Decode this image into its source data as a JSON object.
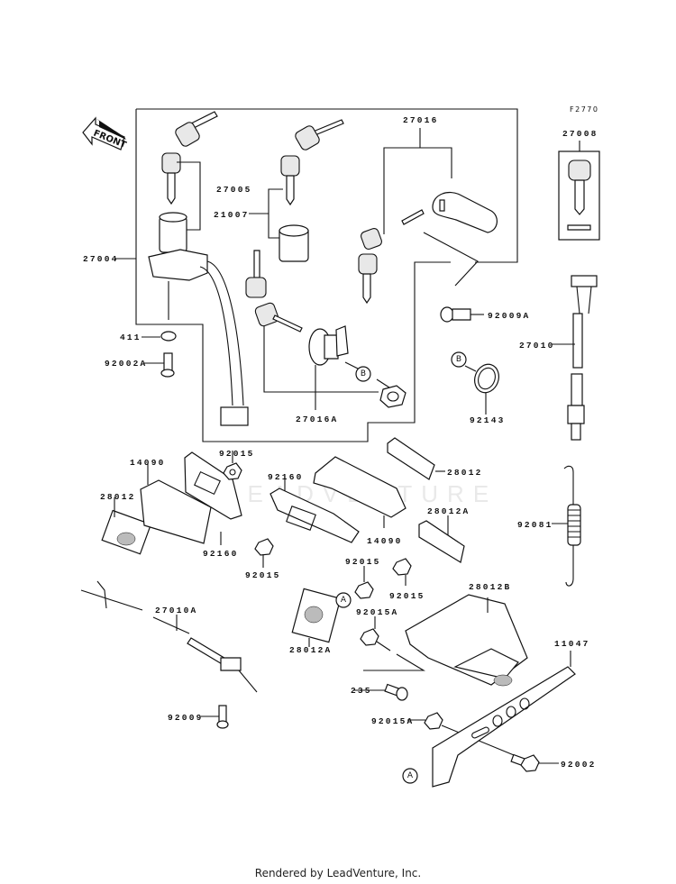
{
  "diagram": {
    "figure_id": "F2770",
    "front_indicator": "FRONT",
    "watermark": "LEADVENTURE",
    "ref_markers": {
      "a": "A",
      "b": "B"
    },
    "labels": {
      "p27004": "27004",
      "p27005": "27005",
      "p21007": "21007",
      "p27016": "27016",
      "p27008": "27008",
      "p92009A": "92009A",
      "p411": "411",
      "p92002A": "92002A",
      "p27016A": "27016A",
      "p92143": "92143",
      "p27010": "27010",
      "p14090_left": "14090",
      "p28012_left": "28012",
      "p92015_top": "92015",
      "p92160_left": "92160",
      "p92160_mid": "92160",
      "p92015_mid": "92015",
      "p28012_right": "28012",
      "p28012A_right": "28012A",
      "p14090_mid": "14090",
      "p92081": "92081",
      "p92015_c1": "92015",
      "p92015_c2": "92015",
      "p28012A_low": "28012A",
      "p92015A_top": "92015A",
      "p28012B": "28012B",
      "p27010A": "27010A",
      "p235": "235",
      "p92015A_low": "92015A",
      "p11047": "11047",
      "p92009": "92009",
      "p92002": "92002"
    }
  },
  "footer": {
    "text": "Rendered by LeadVenture, Inc."
  }
}
